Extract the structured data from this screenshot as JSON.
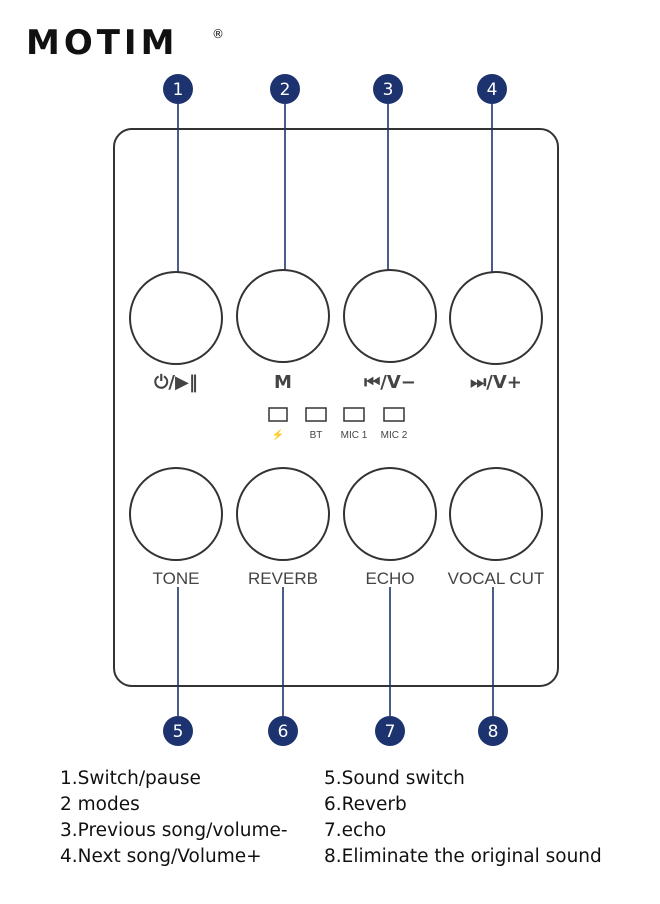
{
  "brand": {
    "logo_text": "MOTIM",
    "registered_mark": "®"
  },
  "markers_top": [
    "1",
    "2",
    "3",
    "4"
  ],
  "markers_bottom": [
    "5",
    "6",
    "7",
    "8"
  ],
  "top_buttons": [
    {
      "icon": "power-play-pause-icon",
      "symbol_label": "⏻/▶‖"
    },
    {
      "icon": "mode-icon",
      "symbol_label": "M"
    },
    {
      "icon": "previous-volume-down-icon",
      "symbol_label": "⏮/V−"
    },
    {
      "icon": "next-volume-up-icon",
      "symbol_label": "⏭/V+"
    }
  ],
  "indicators": [
    {
      "label": "⚡",
      "icon": "lightning-icon"
    },
    {
      "label": "BT"
    },
    {
      "label": "MIC 1"
    },
    {
      "label": "MIC 2"
    }
  ],
  "bottom_buttons": [
    "TONE",
    "REVERB",
    "ECHO",
    "VOCAL CUT"
  ],
  "legend_left": [
    "1.Switch/pause",
    "2 modes",
    "3.Previous song/volume-",
    "4.Next song/Volume+"
  ],
  "legend_right": [
    "5.Sound switch",
    "6.Reverb",
    "7.echo",
    "8.Eliminate the original sound"
  ],
  "colors": {
    "marker_fill": "#1c3370",
    "marker_text": "#ffffff",
    "outline": "#333333",
    "label_text": "#444444"
  }
}
